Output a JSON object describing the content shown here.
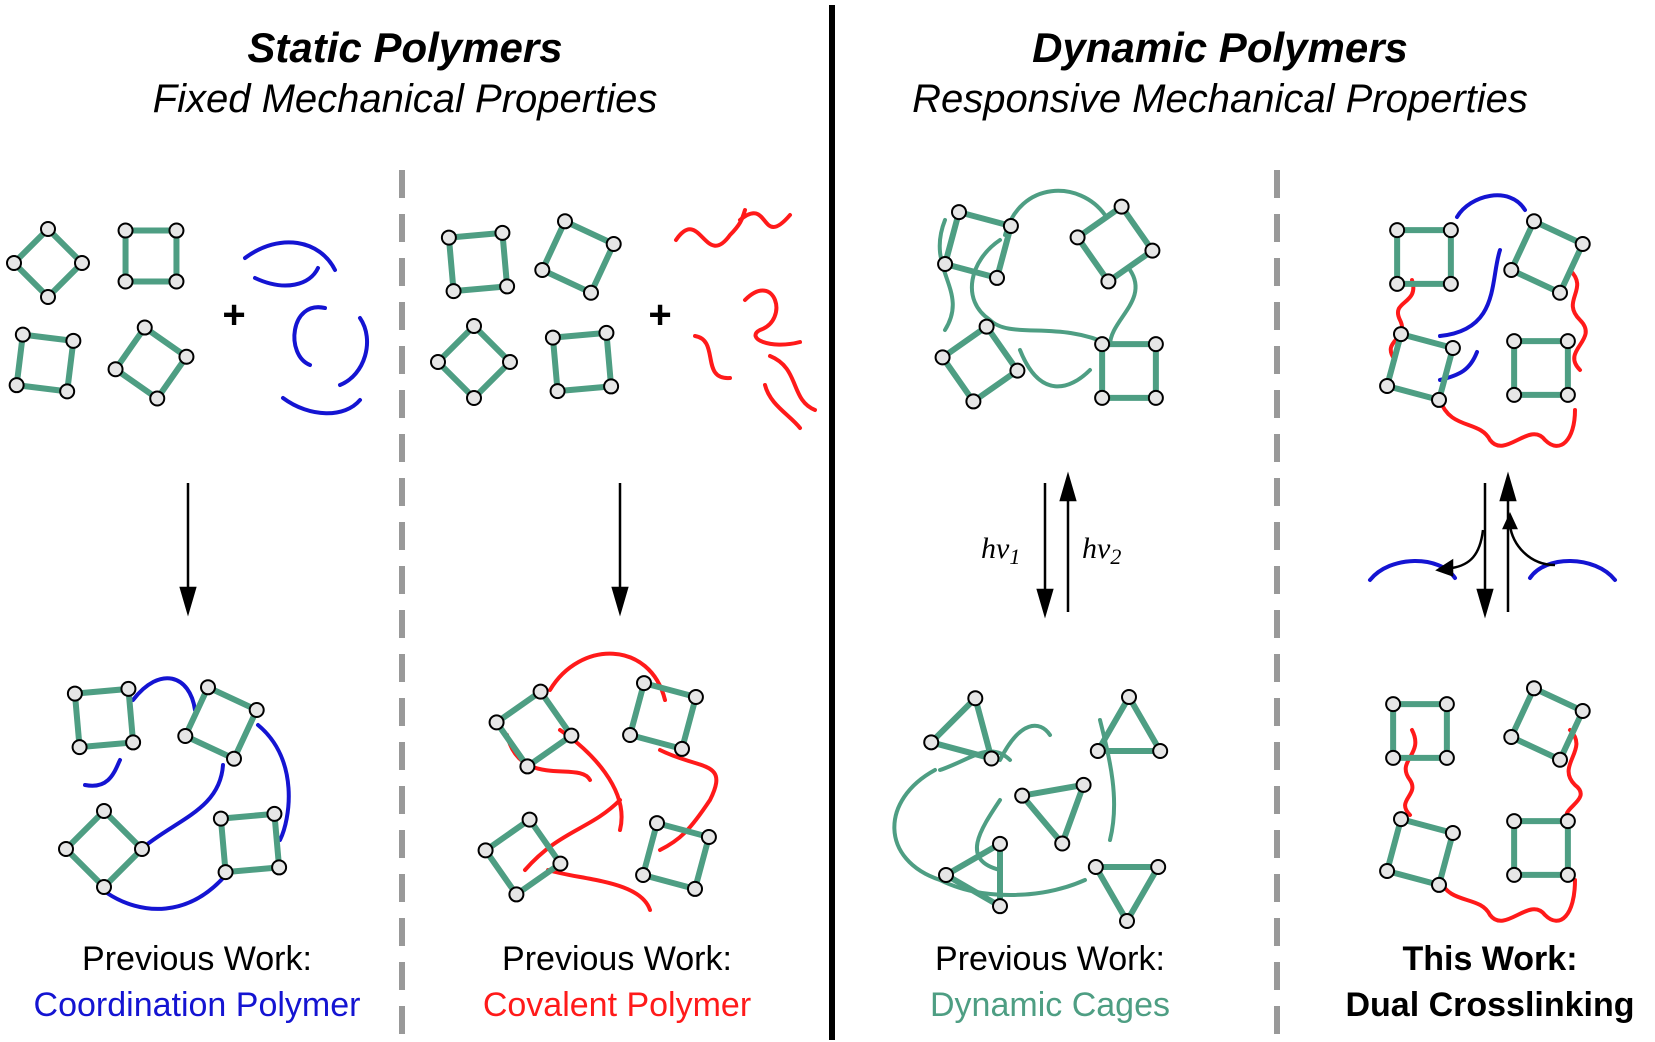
{
  "sections": {
    "static": {
      "title": "Static Polymers",
      "subtitle": "Fixed Mechanical Properties"
    },
    "dynamic": {
      "title": "Dynamic Polymers",
      "subtitle": "Responsive Mechanical Properties"
    }
  },
  "operators": {
    "plus": "+"
  },
  "photo": {
    "forward": {
      "base": "hν",
      "sub": "1"
    },
    "reverse": {
      "base": "hν",
      "sub": "2"
    }
  },
  "panels": [
    {
      "line1": "Previous Work:",
      "line2": "Coordination Polymer",
      "color": "#1414d2"
    },
    {
      "line1": "Previous Work:",
      "line2": "Covalent Polymer",
      "color": "#ff1a1a"
    },
    {
      "line1": "Previous Work:",
      "line2": "Dynamic Cages",
      "color": "#4e9e83"
    },
    {
      "line1": "This Work:",
      "line2": "Dual Crosslinking",
      "color": "#000000"
    }
  ],
  "colors": {
    "cage": "#4e9e83",
    "coordination": "#1414d2",
    "covalent": "#ff1a1a",
    "divider": "#999999",
    "node_fill": "#e6e6e6"
  },
  "icons": [
    "square-cage-icon",
    "triangle-cage-icon",
    "blue-linker-icon",
    "red-linker-icon",
    "arrow-icon"
  ]
}
